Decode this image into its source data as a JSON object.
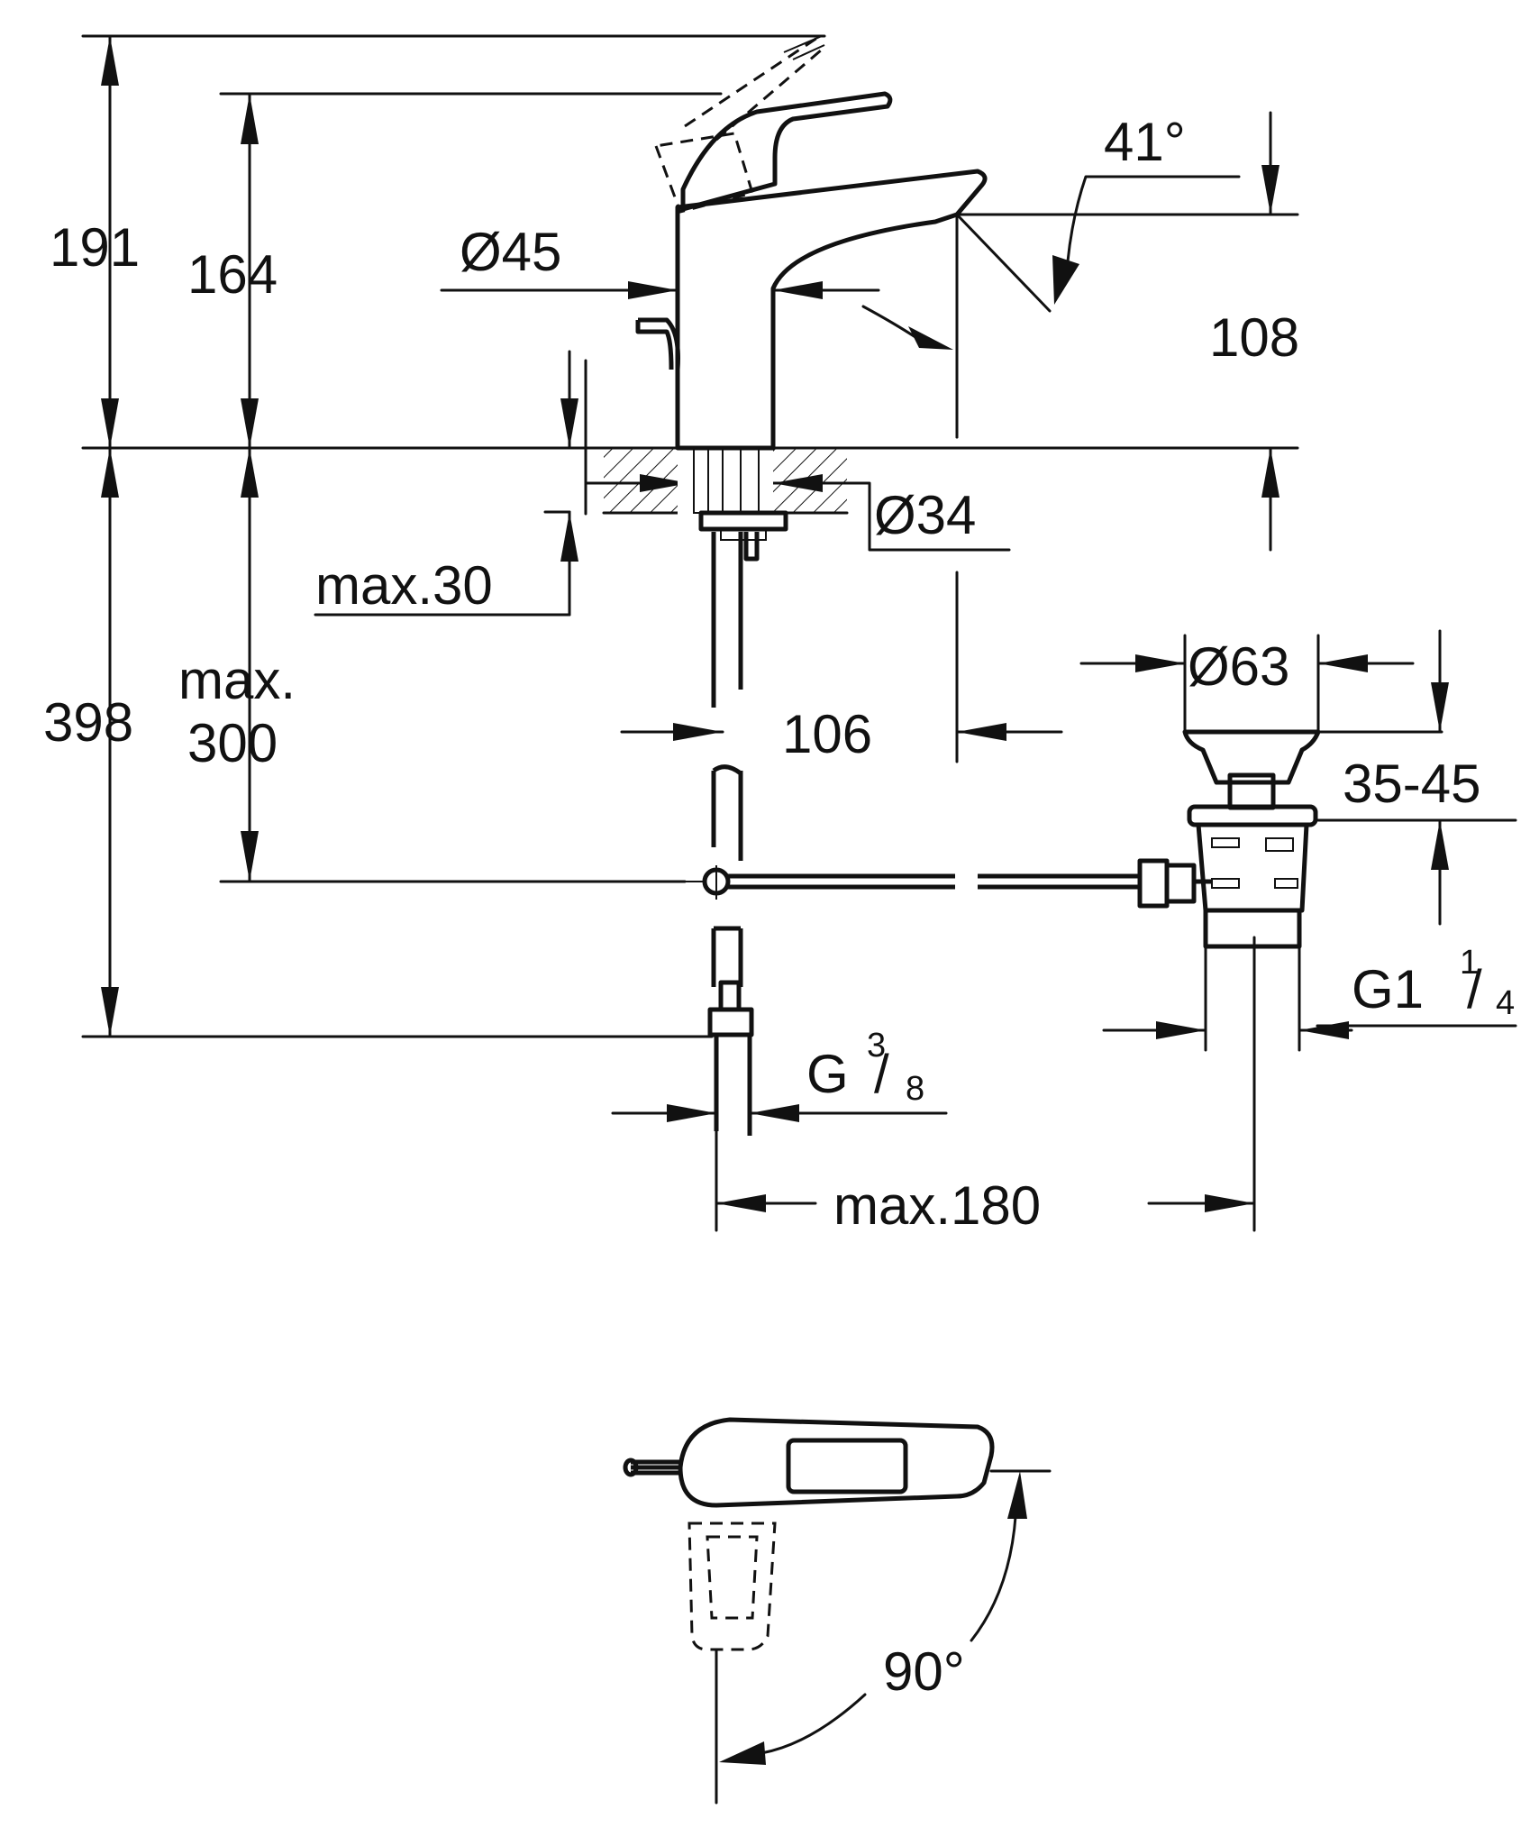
{
  "dimensions": {
    "total_height_above": "191",
    "spout_height": "164",
    "body_diameter": "Ø45",
    "spout_angle": "41°",
    "spout_reach": "108",
    "shank_diameter": "Ø34",
    "deck_thickness": "max.30",
    "below_deck": "398",
    "flex_hose_label_1": "max.",
    "flex_hose_label_2": "300",
    "waste_offset": "106",
    "waste_diameter": "Ø63",
    "waste_range": "35-45",
    "waste_thread_main": "G1",
    "waste_thread_num": "1",
    "waste_thread_den": "4",
    "supply_thread_main": "G",
    "supply_thread_num": "3",
    "supply_thread_den": "8",
    "rod_max": "max.180",
    "lever_rotation": "90°"
  }
}
